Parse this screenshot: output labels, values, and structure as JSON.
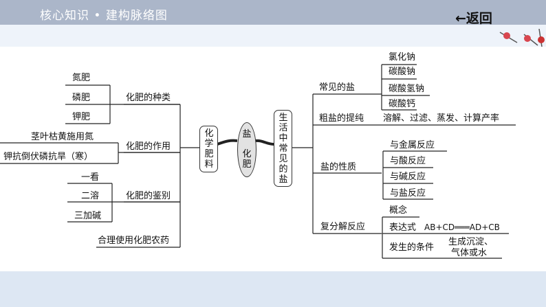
{
  "header": {
    "title": "核心知识 • 建构脉络图",
    "back": "←返回"
  },
  "center": {
    "left_box": "化学肥料",
    "ellipse_top": "盐",
    "ellipse_bottom": "化肥",
    "right_box": "生活中常见的盐"
  },
  "left": {
    "types": {
      "label": "化肥的种类",
      "items": [
        "氮肥",
        "磷肥",
        "钾肥"
      ]
    },
    "roles": {
      "label": "化肥的作用",
      "items": [
        "茎叶枯黄施用氮",
        "钾抗倒伏磷抗旱（寒）"
      ]
    },
    "identify": {
      "label": "化肥的鉴别",
      "items": [
        "一看",
        "二溶",
        "三加碱"
      ]
    },
    "reasonable": "合理使用化肥农药"
  },
  "right": {
    "common": {
      "label": "常见的盐",
      "items": [
        "氯化钠",
        "碳酸钠",
        "碳酸氢钠",
        "碳酸钙"
      ]
    },
    "purify": {
      "label": "粗盐的提纯",
      "steps": "溶解、过滤、蒸发、计算产率"
    },
    "props": {
      "label": "盐的性质",
      "items": [
        "与金属反应",
        "与酸反应",
        "与碱反应",
        "与盐反应"
      ]
    },
    "decomp": {
      "label": "复分解反应",
      "concept": "概念",
      "expr_label": "表达式",
      "expr": "AB+CD═══AD+CB",
      "cond_label": "发生的条件",
      "cond1": "生成沉淀、",
      "cond2": "气体或水"
    }
  }
}
